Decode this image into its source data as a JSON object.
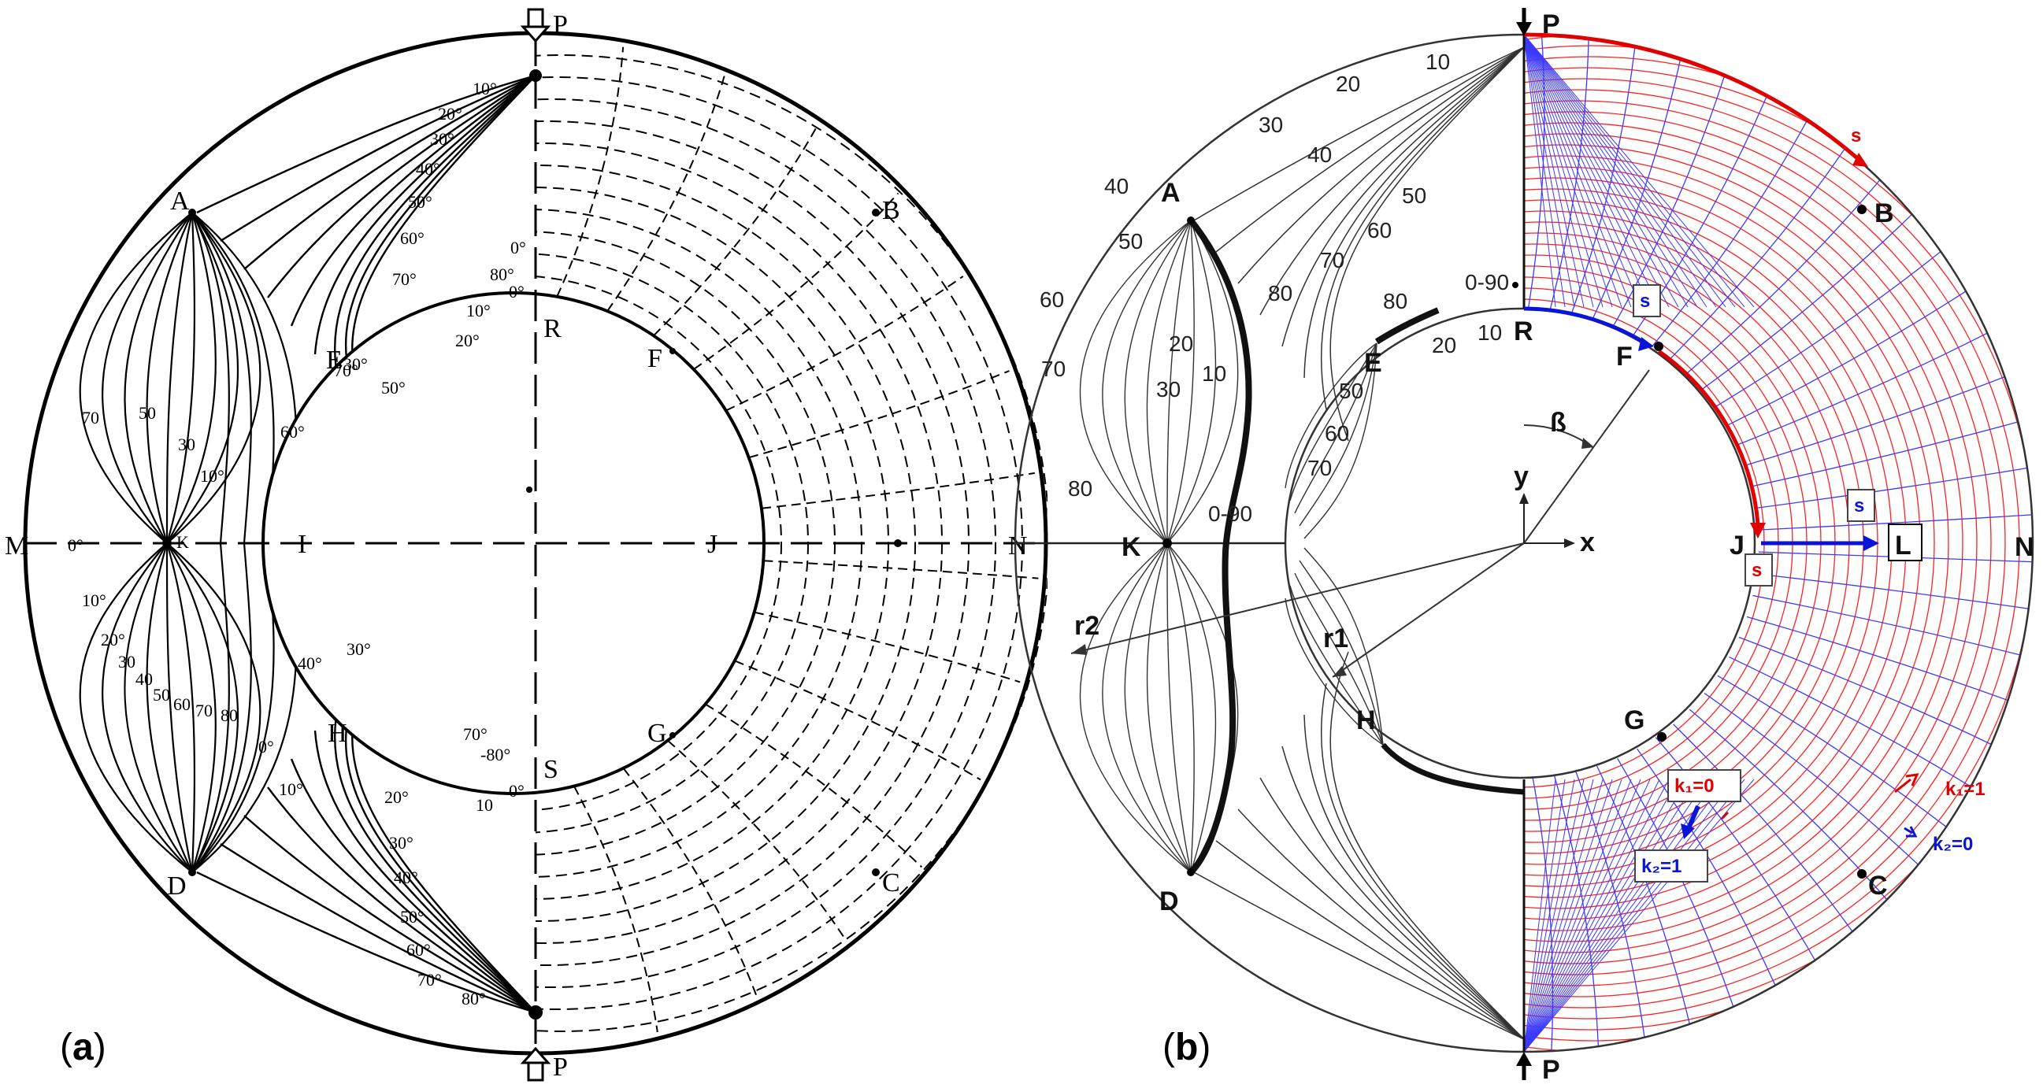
{
  "panels": [
    {
      "label": "(a)",
      "bold": "a"
    },
    {
      "label": "(b)",
      "bold": "b"
    }
  ],
  "panel_a": {
    "points": {
      "P_top": "P",
      "P_bottom": "P",
      "A": "A",
      "B": "B",
      "C": "C",
      "D": "D",
      "E": "E",
      "F": "F",
      "G": "G",
      "H": "H",
      "I": "I",
      "J": "J",
      "K": "K",
      "M": "M",
      "N": "N",
      "R": "R",
      "S": "S"
    },
    "angle_labels_top": [
      "10°",
      "20°",
      "30°",
      "40°",
      "50°",
      "60°",
      "70°",
      "80°",
      "0°",
      "0°"
    ],
    "angle_labels_E": [
      "10°",
      "20°",
      "30°",
      "50°",
      "60°",
      "70°"
    ],
    "angle_labels_left": [
      "70",
      "50",
      "30",
      "10°",
      "0°",
      "10°",
      "20°",
      "30",
      "40",
      "50",
      "60",
      "70",
      "80",
      "0°",
      "10°"
    ],
    "angle_labels_H": [
      "30°",
      "40°",
      "70°",
      "-80°",
      "0°",
      "10"
    ],
    "angle_labels_bottom": [
      "20°",
      "30°",
      "40°",
      "50°",
      "60°",
      "70°",
      "80°"
    ]
  },
  "panel_b": {
    "points": {
      "P_top": "P",
      "P_bottom": "P",
      "A": "A",
      "B": "B",
      "C": "C",
      "D": "D",
      "E": "E",
      "F": "F",
      "G": "G",
      "H": "H",
      "J": "J",
      "K": "K",
      "L": "L",
      "N": "N",
      "R": "R"
    },
    "numbers_top_left": [
      "10",
      "20",
      "30",
      "40",
      "50",
      "60",
      "70",
      "80",
      "0-90"
    ],
    "numbers_left_rim": [
      "40",
      "50",
      "60",
      "70",
      "80"
    ],
    "numbers_A_fan": [
      "20",
      "30",
      "10",
      "0-90"
    ],
    "numbers_E": [
      "80",
      "20",
      "10",
      "50",
      "60",
      "70"
    ],
    "axes": {
      "x": "x",
      "y": "y",
      "beta": "ß",
      "r1": "r1",
      "r2": "r2"
    },
    "s_labels": {
      "top_arc": "s",
      "inner_box": "s",
      "horizontal_box": "s",
      "J_box": "s"
    },
    "k_labels": {
      "k1_0": "k₁=0",
      "k2_1": "k₂=1",
      "k1_1": "k₁=1",
      "k2_0": "k₂=0"
    },
    "colors": {
      "red_family": "#ff2020",
      "blue_family": "#3a3aff",
      "red_arrow": "#e00000",
      "blue_arrow": "#0a14d8"
    }
  }
}
